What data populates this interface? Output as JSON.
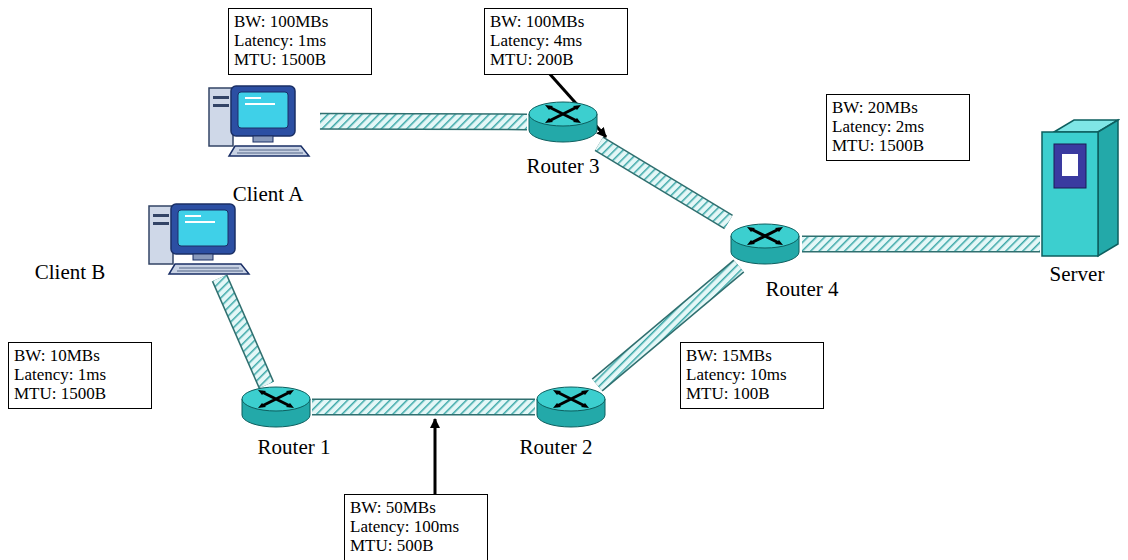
{
  "diagram": {
    "nodes": [
      {
        "text": [
          "BW: 100MBs",
          "Latency: 1ms",
          "MTU: 1500B"
        ]
      },
      {
        "text": [
          "BW: 100MBs",
          "Latency: 4ms",
          "MTU: 200B"
        ]
      },
      {
        "text": [
          "Client A"
        ]
      },
      {
        "text": [
          "Router 3"
        ]
      },
      {
        "text": [
          "BW: 20MBs",
          "Latency: 2ms",
          "MTU: 1500B"
        ]
      },
      {
        "text": [
          "Router 4"
        ]
      },
      {
        "text": [
          "Server"
        ]
      },
      {
        "text": [
          "Client B"
        ]
      },
      {
        "text": [
          "BW: 10MBs",
          "Latency: 1ms",
          "MTU: 1500B"
        ]
      },
      {
        "text": [
          "Router 1"
        ]
      },
      {
        "text": [
          "Router 2"
        ]
      },
      {
        "text": [
          "BW: 15MBs",
          "Latency: 10ms",
          "MTU: 100B"
        ]
      },
      {
        "text": [
          "BW: 50MBs",
          "Latency: 100ms",
          "MTU: 500B"
        ]
      }
    ],
    "edges": [
      {
        "from": 2,
        "to": 3,
        "arrow": "none"
      },
      {
        "from": 3,
        "to": 5,
        "arrow": "none"
      },
      {
        "from": 5,
        "to": 6,
        "arrow": "none"
      },
      {
        "from": 7,
        "to": 9,
        "arrow": "none"
      },
      {
        "from": 9,
        "to": 10,
        "arrow": "none"
      },
      {
        "from": 10,
        "to": 5,
        "arrow": "none"
      }
    ]
  }
}
